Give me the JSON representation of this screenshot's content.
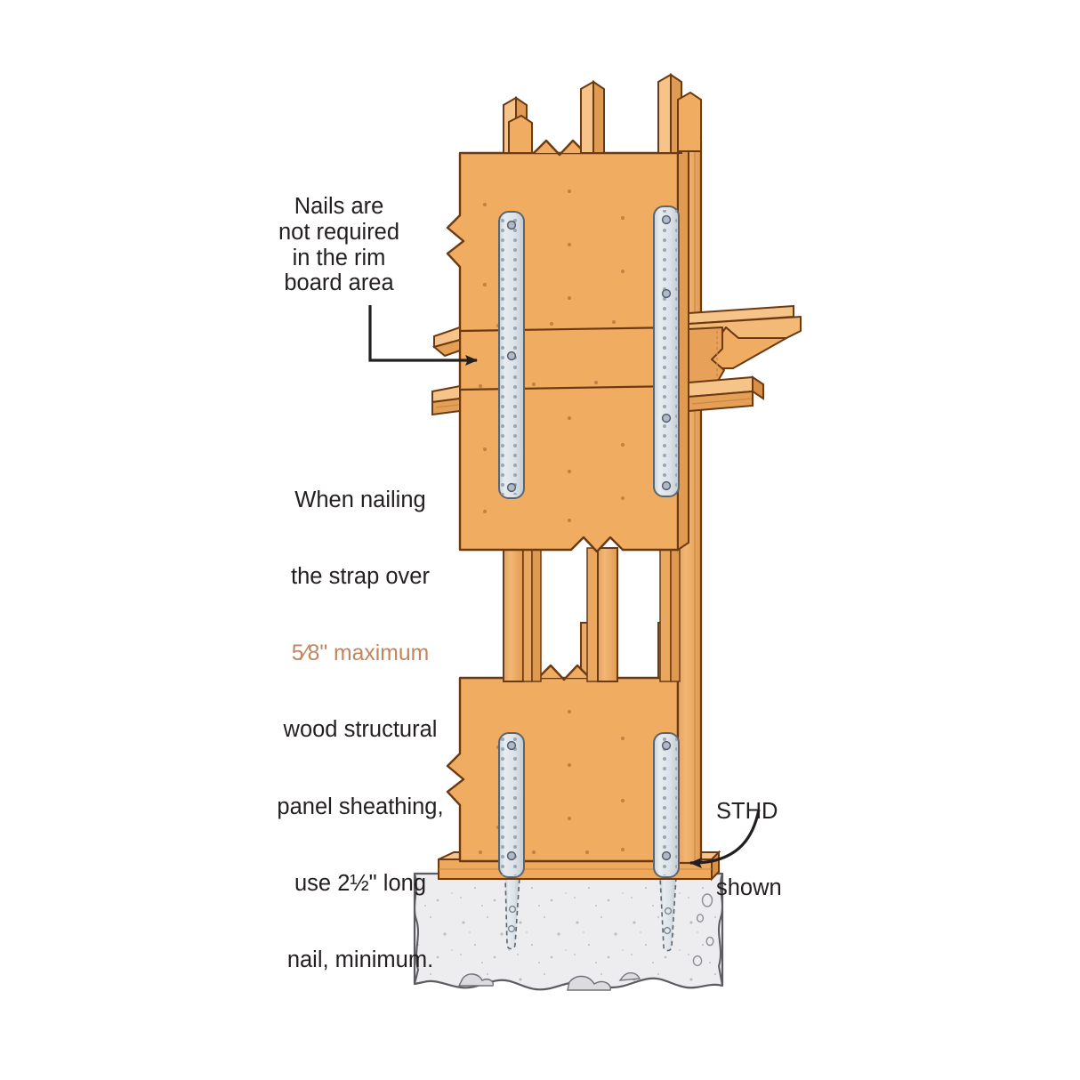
{
  "figure": {
    "type": "technical-illustration",
    "subject": "Wall sheathing with embedded strap tie-down (STHD) at floor and foundation",
    "background_color": "#FFFFFF"
  },
  "annotations": {
    "nails_note": {
      "lines": [
        "Nails are",
        "not required",
        "in the rim",
        "board area"
      ],
      "text": "Nails are\nnot required\nin the rim\nboard area",
      "color": "#231F20",
      "leader": "elbow-arrow-right"
    },
    "strap_note": {
      "line1": "When nailing",
      "line2": "the strap over",
      "highlight": "5⁄8\" maximum",
      "highlight_color": "#C4845C",
      "line4": "wood structural",
      "line5": "panel sheathing,",
      "line6": "use 2½\" long",
      "line7": "nail, minimum.",
      "color": "#231F20"
    },
    "sthd_label": {
      "line1": "STHD",
      "line2": "shown",
      "text": "STHD\nshown",
      "color": "#231F20",
      "leader": "curved-arrow-left"
    }
  },
  "components": {
    "sheathing_panel_upper": {
      "name": "wood structural panel sheathing (upper story)",
      "fill": "#F0AC61",
      "outline": "#6B3A12"
    },
    "sheathing_panel_lower": {
      "name": "wood structural panel sheathing (lower story)",
      "fill": "#F0AC61",
      "outline": "#6B3A12"
    },
    "studs": {
      "name": "wall studs and plates",
      "fill": "#F0AC61",
      "outline": "#6B3A12"
    },
    "strap_left": {
      "name": "STHD strap tie (left)",
      "fill": "#DCE2E8",
      "outline": "#5A6570"
    },
    "strap_right": {
      "name": "STHD strap tie (right)",
      "fill": "#DCE2E8",
      "outline": "#5A6570"
    },
    "rim_board": {
      "name": "rim board / floor framing",
      "fill": "#F0AC61",
      "outline": "#6B3A12"
    },
    "subfloor": {
      "name": "subfloor sheet",
      "fill": "#F0AC61",
      "outline": "#6B3A12"
    },
    "concrete_foundation": {
      "name": "concrete foundation",
      "fill": "#EDEDEF",
      "outline": "#5B5B60"
    }
  }
}
